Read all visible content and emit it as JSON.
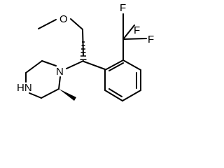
{
  "molecule": {
    "atom_labels": {
      "methoxy_oxygen": "O",
      "ring_nitrogen_substituted": "N",
      "ring_nitrogen_nh": "HN",
      "trifluoromethyl_f_top": "F",
      "trifluoromethyl_f_upper_right": "F",
      "trifluoromethyl_f_lower_right": "F"
    },
    "colors": {
      "bond": "#000000",
      "label": "#000000",
      "background": "#ffffff"
    }
  }
}
